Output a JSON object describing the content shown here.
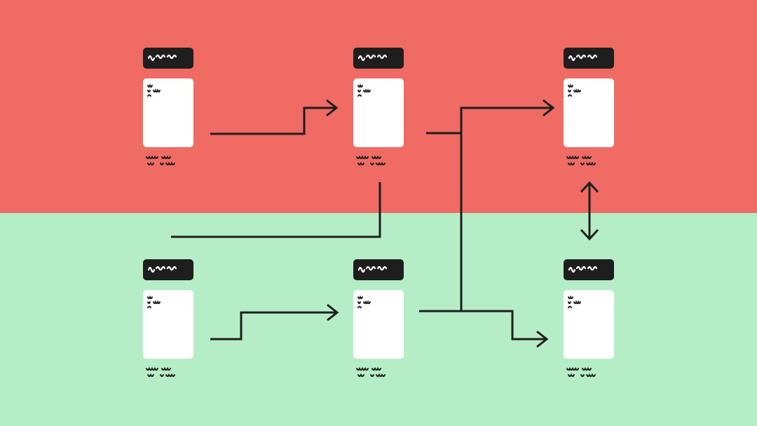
{
  "colors": {
    "top_band": "#ef6b64",
    "bottom_band": "#b5eec6",
    "card": "#ffffff",
    "ink": "#1e1e1e"
  },
  "nodes": [
    {
      "id": "node-top-left"
    },
    {
      "id": "node-top-center"
    },
    {
      "id": "node-top-right"
    },
    {
      "id": "node-bottom-left"
    },
    {
      "id": "node-bottom-center"
    },
    {
      "id": "node-bottom-right"
    }
  ]
}
